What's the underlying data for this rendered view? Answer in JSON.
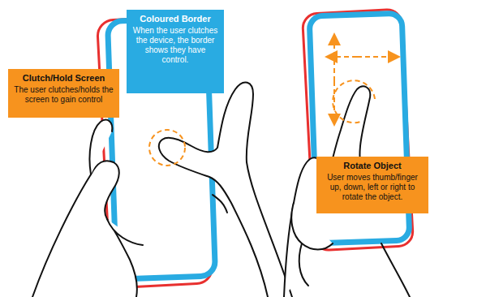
{
  "diagram": {
    "nodes": [
      {
        "text": [
          "Clutch/Hold Screen",
          "The user clutches/holds the screen to gain control"
        ]
      },
      {
        "text": [
          "Coloured Border",
          "When the user clutches the device, the border shows they have control."
        ]
      },
      {
        "text": [
          "Rotate Object",
          "User moves thumb/finger up, down, left or right to rotate the object."
        ]
      }
    ]
  }
}
